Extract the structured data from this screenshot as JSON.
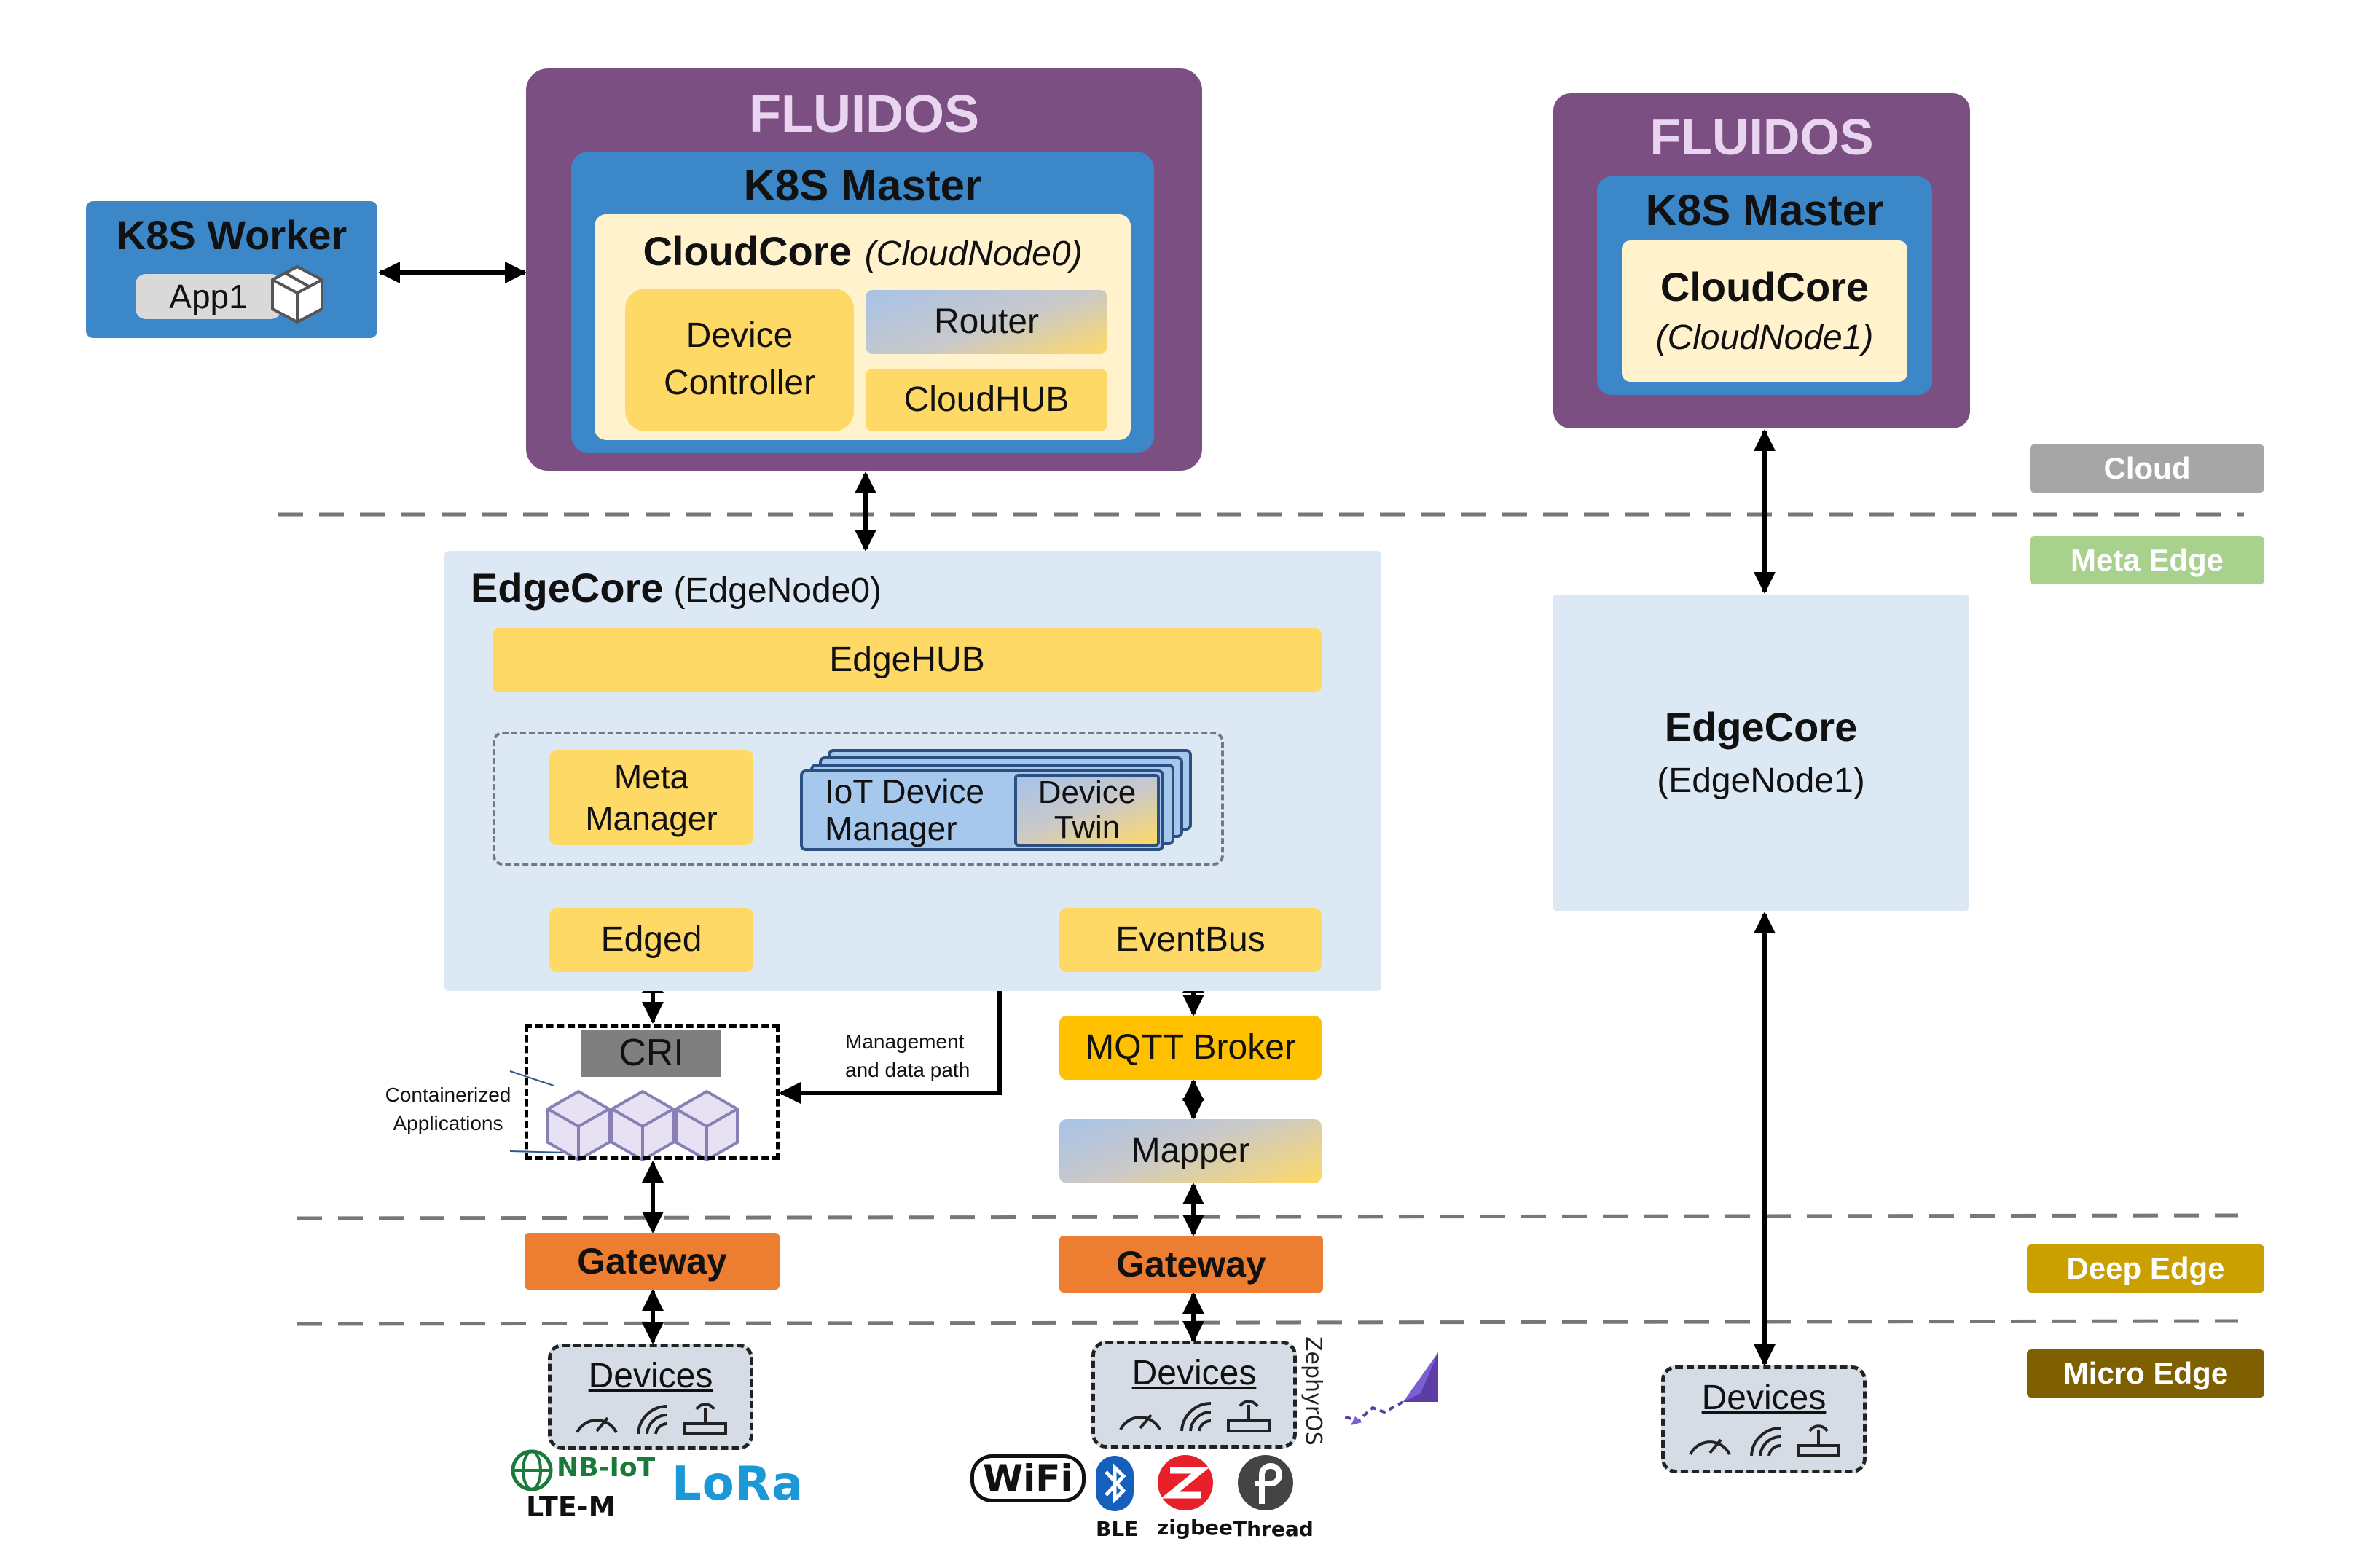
{
  "layers": {
    "cloud": "Cloud",
    "meta_edge": "Meta Edge",
    "deep_edge": "Deep Edge",
    "micro_edge": "Micro Edge"
  },
  "left_cluster": {
    "fluidos": "FLUIDOS",
    "k8s_master": "K8S Master",
    "cloudcore": "CloudCore",
    "cloudcore_node": "(CloudNode0)",
    "device_controller_line1": "Device",
    "device_controller_line2": "Controller",
    "router": "Router",
    "cloudhub": "CloudHUB"
  },
  "k8s_worker": {
    "title": "K8S Worker",
    "app": "App1"
  },
  "right_cluster": {
    "fluidos": "FLUIDOS",
    "k8s_master": "K8S Master",
    "cloudcore": "CloudCore",
    "cloudcore_node": "(CloudNode1)"
  },
  "edgecore0": {
    "title": "EdgeCore",
    "node": "(EdgeNode0)",
    "edgehub": "EdgeHUB",
    "meta_manager_line1": "Meta",
    "meta_manager_line2": "Manager",
    "iot_line1": "IoT Device",
    "iot_line2": "Manager",
    "device_twin_line1": "Device",
    "device_twin_line2": "Twin",
    "edged": "Edged",
    "eventbus": "EventBus"
  },
  "edgecore1": {
    "title": "EdgeCore",
    "node": "(EdgeNode1)"
  },
  "cri": "CRI",
  "containerized_line1": "Containerized",
  "containerized_line2": "Applications",
  "mgmt_line1": "Management",
  "mgmt_line2": "and data path",
  "mqtt": "MQTT Broker",
  "mapper": "Mapper",
  "gateway_left": "Gateway",
  "gateway_right": "Gateway",
  "devices_left": "Devices",
  "devices_mid": "Devices",
  "devices_right": "Devices",
  "protocols": {
    "nbiot": "NB-IoT",
    "ltem": "LTE-M",
    "lora": "LoRa",
    "wifi": "WiFi",
    "ble": "BLE",
    "zigbee": "zigbee",
    "thread": "Thread",
    "zephyr": "ZephyrOS"
  },
  "colors": {
    "fluidos_purple": "#7b4f82",
    "k8s_blue": "#3b87c8",
    "pale_yellow": "#fff2cc",
    "yellow": "#ffd966",
    "edge_bg": "#dce9f5",
    "orange": "#ed7d31",
    "mqtt": "#ffc000",
    "cloud_gray": "#a6a6a6",
    "meta_green": "#a9d18e",
    "deep_gold": "#c9a000",
    "micro_brown": "#7f6000"
  }
}
